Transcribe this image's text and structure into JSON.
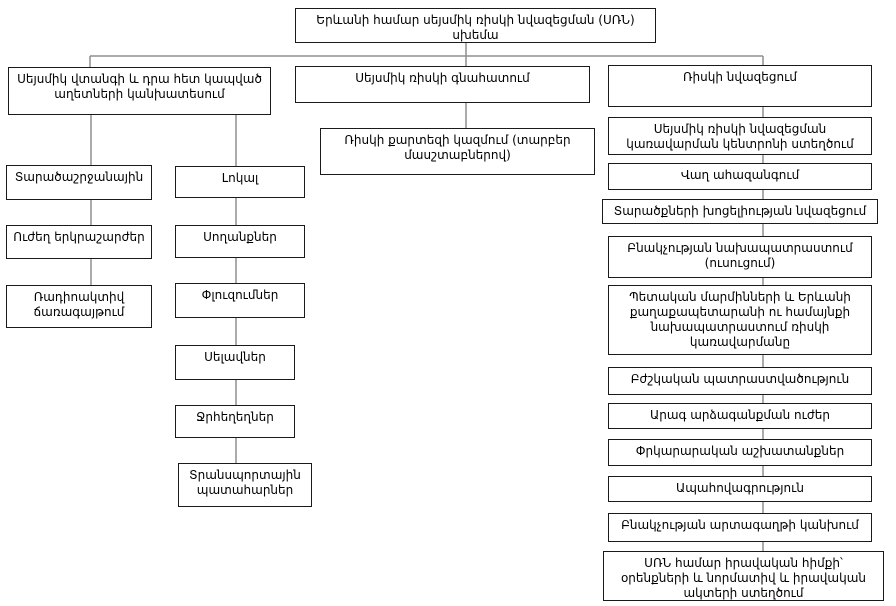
{
  "diagram_title": "Երևանի համար սեյսմիկ ռիսկի նվազեցման (ՍՌՆ) սխեմա",
  "colors": {
    "background": "#ffffff",
    "box_border": "#1a1a1a",
    "box_fill": "#ffffff",
    "connector": "#8f8f8f",
    "text": "#000000"
  },
  "nodes": {
    "root": "Երևանի համար սեյսմիկ ռիսկի նվազեցման (ՍՌՆ) սխեմա",
    "forecast": "Սեյսմիկ վտանգի և դրա հետ կապված աղետների կանխատեսում",
    "assessment": "Սեյսմիկ ռիսկի գնահատում",
    "risk_map": "Ռիսկի քարտեզի կազմում (տարբեր մասշտաբներով)",
    "reduction": "Ռիսկի նվազեցում",
    "regional": "Տարածաշրջանային",
    "strong_earthquakes": "Ուժեղ երկրաշարժեր",
    "radioactive_radiation": "Ռադիոակտիվ ճառագայթում",
    "local": "Լոկալ",
    "landslides": "Սողանքներ",
    "collapses": "Փլուզումներ",
    "mudflows": "Սելավներ",
    "floods": "Ջրհեղեղներ",
    "transport_accidents": "Տրանսպորտային պատահարներ",
    "management_center": "Սեյսմիկ ռիսկի նվազեցման կառավարման կենտրոնի ստեղծում",
    "early_warning": "Վաղ ահազանգում",
    "vulnerability_reduction": "Տարածքների խոցելիության նվազեցում",
    "population_training": "Բնակչության նախապատրաստում (ուսուցում)",
    "state_bodies_preparation": "Պետական մարմինների և Երևանի քաղաքապետարանի ու համայնքի նախապատրաստում ռիսկի կառավարմանը",
    "medical_preparedness": "Բժշկական պատրաստվածություն",
    "rapid_response_forces": "Արագ արձագանքման ուժեր",
    "rescue_works": "Փրկարարական աշխատանքներ",
    "insurance": "Ապահովագրություն",
    "emigration_prevention": "Բնակչության արտագաղթի կանխում",
    "legal_basis": "ՍՌՆ համար իրավական հիմքի՝ օրենքների և նորմատիվ և իրավական ակտերի ստեղծում"
  }
}
